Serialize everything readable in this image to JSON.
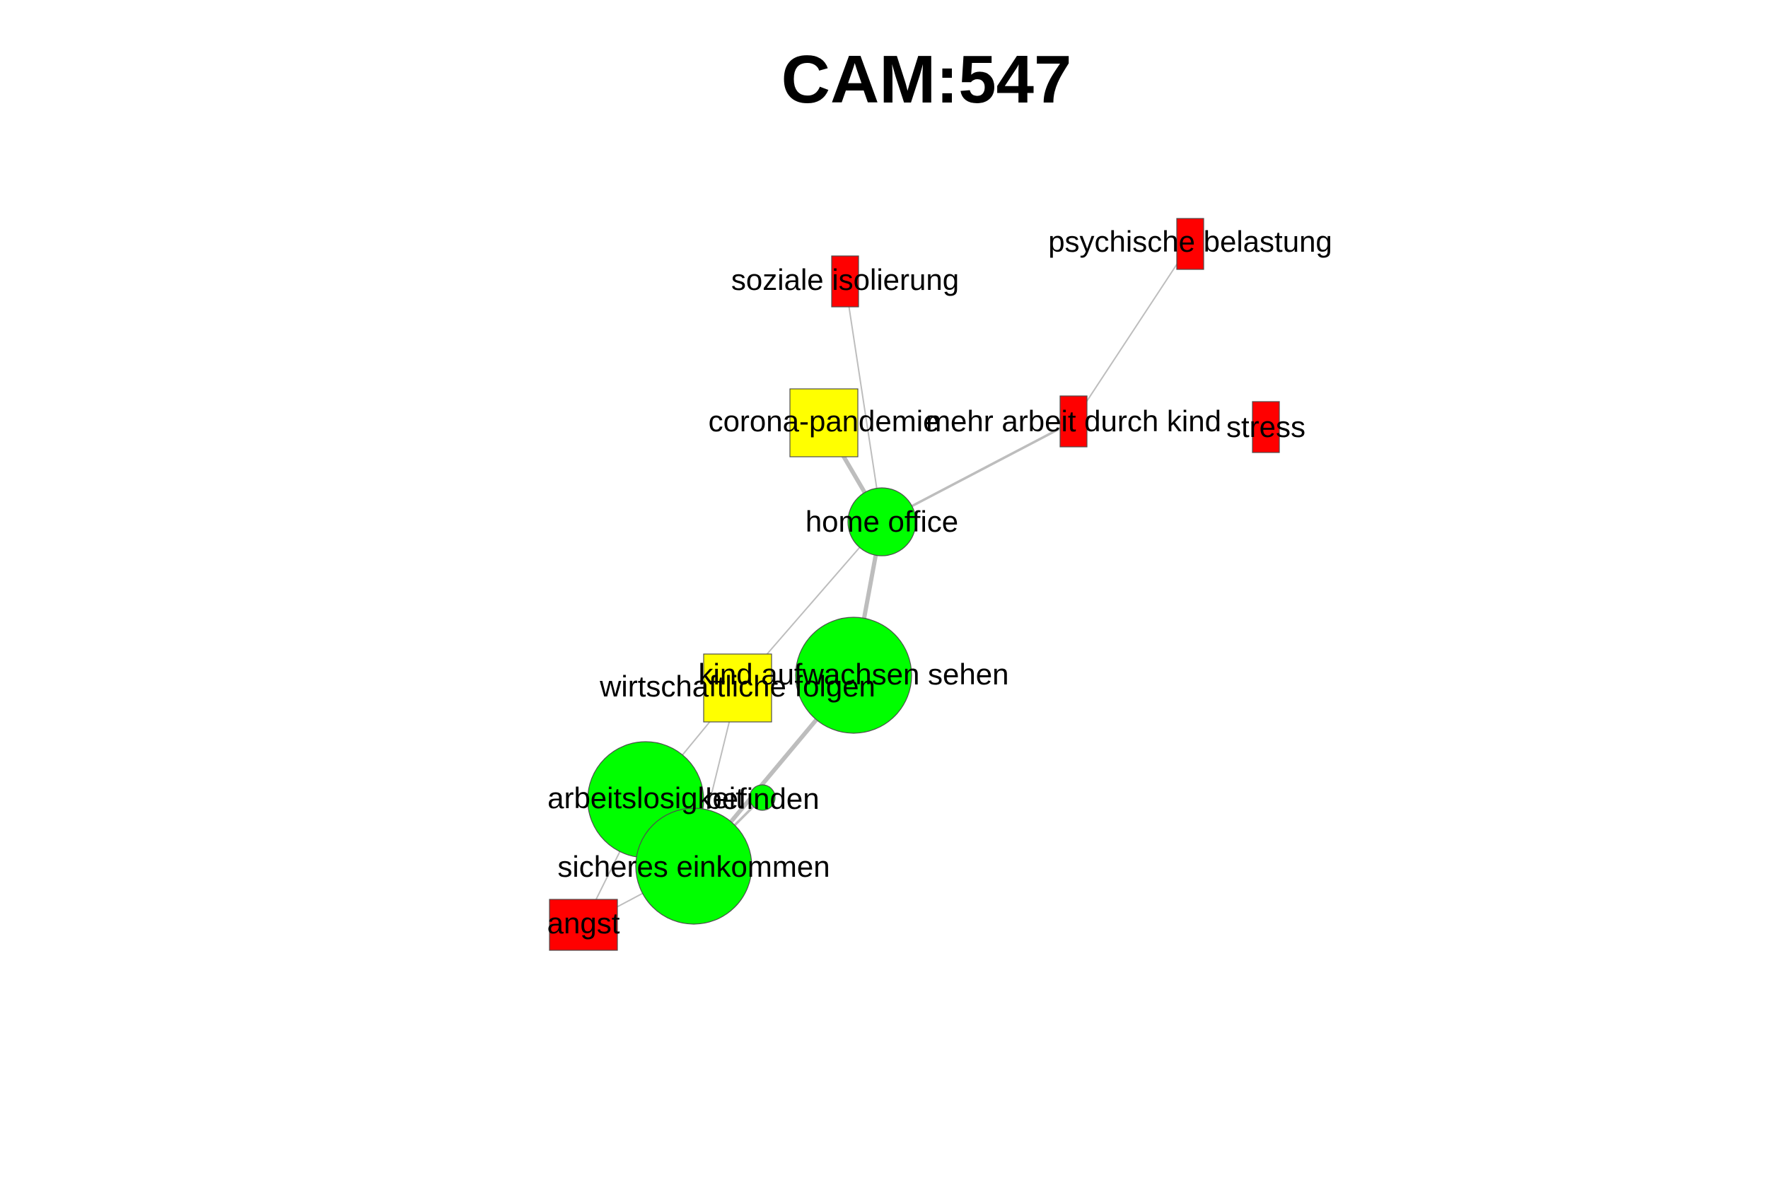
{
  "title": "CAM:547",
  "colors": {
    "positive": "#00ff00",
    "negative": "#ff0000",
    "neutral": "#ffff00",
    "edge": "#bdbdbd"
  },
  "nodes": [
    {
      "id": "soziale-isolierung",
      "label": "soziale isolierung",
      "valence": "negative",
      "shape": "rect"
    },
    {
      "id": "psychische-belastung",
      "label": "psychische belastung",
      "valence": "negative",
      "shape": "rect"
    },
    {
      "id": "corona-pandemie",
      "label": "corona-pandemie",
      "valence": "neutral",
      "shape": "rect"
    },
    {
      "id": "mehr-arbeit-durch-kind",
      "label": "mehr arbeit durch kind",
      "valence": "negative",
      "shape": "rect"
    },
    {
      "id": "stress",
      "label": "stress",
      "valence": "negative",
      "shape": "rect"
    },
    {
      "id": "home-office",
      "label": "home office",
      "valence": "positive",
      "shape": "circle"
    },
    {
      "id": "kind-aufwachsen-sehen",
      "label": "kind aufwachsen sehen",
      "valence": "positive",
      "shape": "circle"
    },
    {
      "id": "wirtschaftliche-folgen",
      "label": "wirtschaftliche folgen",
      "valence": "neutral",
      "shape": "rect"
    },
    {
      "id": "arbeitslosigkeit",
      "label": "arbeitslosigkeit",
      "valence": "positive",
      "shape": "circle"
    },
    {
      "id": "befinden",
      "label": "befinden",
      "valence": "positive",
      "shape": "circle"
    },
    {
      "id": "sicheres-einkommen",
      "label": "sicheres einkommen",
      "valence": "positive",
      "shape": "circle"
    },
    {
      "id": "angst",
      "label": "angst",
      "valence": "negative",
      "shape": "rect"
    }
  ],
  "edges": [
    {
      "from": "corona-pandemie",
      "to": "home-office",
      "strength": "strong"
    },
    {
      "from": "soziale-isolierung",
      "to": "home-office",
      "strength": "weak"
    },
    {
      "from": "psychische-belastung",
      "to": "mehr-arbeit-durch-kind",
      "strength": "weak"
    },
    {
      "from": "mehr-arbeit-durch-kind",
      "to": "home-office",
      "strength": "medium"
    },
    {
      "from": "home-office",
      "to": "kind-aufwachsen-sehen",
      "strength": "strong"
    },
    {
      "from": "home-office",
      "to": "wirtschaftliche-folgen",
      "strength": "weak"
    },
    {
      "from": "wirtschaftliche-folgen",
      "to": "arbeitslosigkeit",
      "strength": "weak"
    },
    {
      "from": "wirtschaftliche-folgen",
      "to": "sicheres-einkommen",
      "strength": "weak"
    },
    {
      "from": "kind-aufwachsen-sehen",
      "to": "sicheres-einkommen",
      "strength": "strong"
    },
    {
      "from": "befinden",
      "to": "sicheres-einkommen",
      "strength": "medium"
    },
    {
      "from": "arbeitslosigkeit",
      "to": "angst",
      "strength": "weak"
    },
    {
      "from": "sicheres-einkommen",
      "to": "angst",
      "strength": "weak"
    }
  ]
}
